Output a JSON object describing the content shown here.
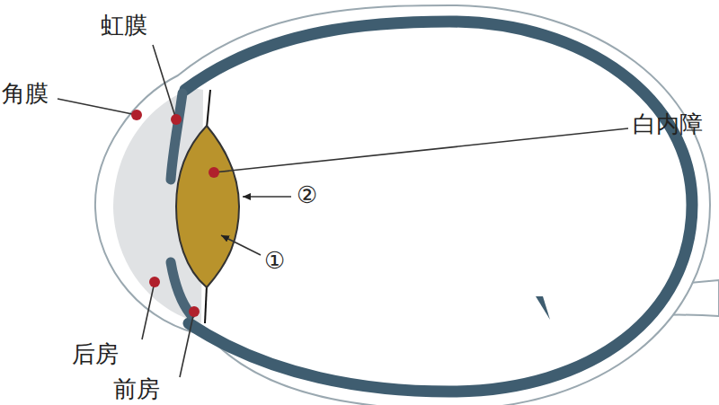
{
  "diagram": {
    "labels": [
      "虹膜",
      "角膜",
      "白内障",
      "②",
      "①",
      "后房",
      "前房"
    ]
  }
}
